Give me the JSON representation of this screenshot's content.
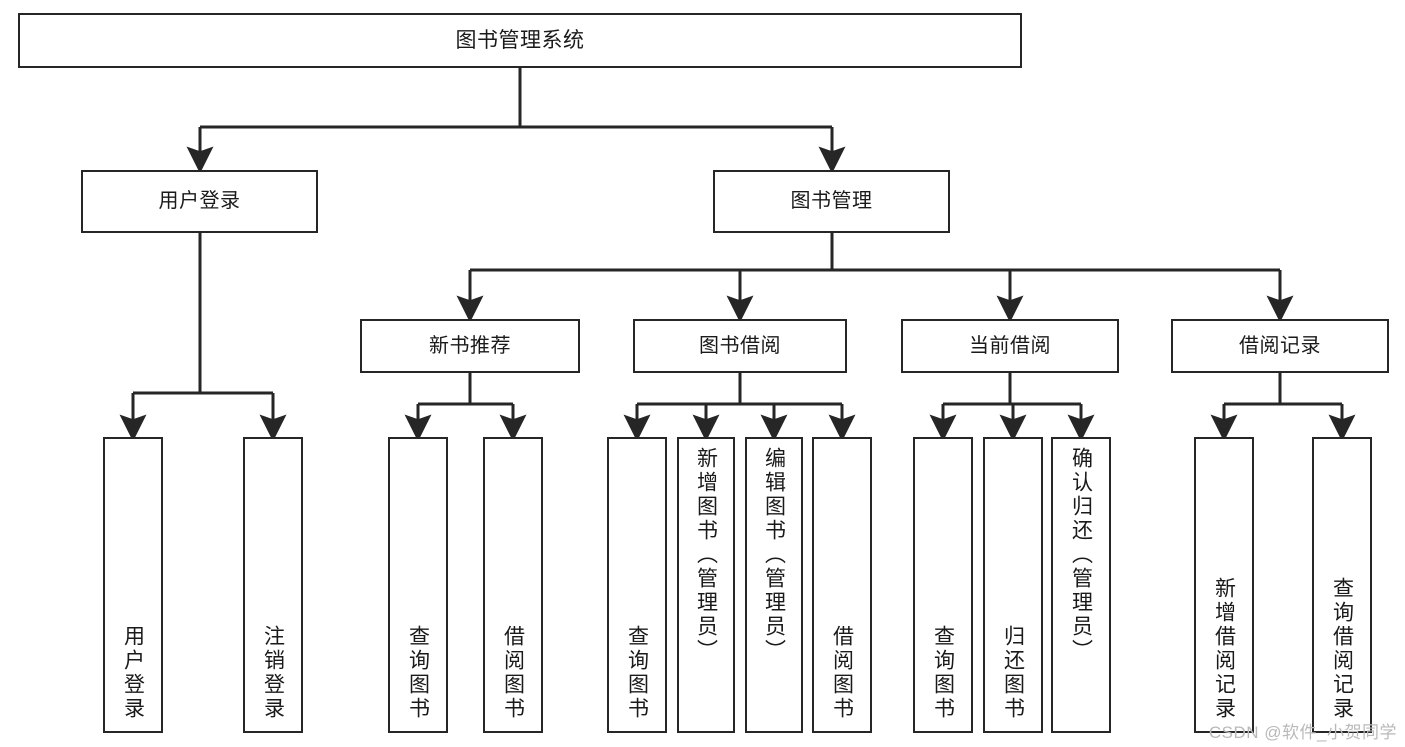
{
  "diagram": {
    "type": "hierarchy-tree",
    "title": "图书管理系统",
    "watermark": "CSDN @软件_小贺同学",
    "colors": {
      "stroke": "#262626",
      "background": "#ffffff",
      "text": "#1a1a1a",
      "watermark": "#b9b9b9"
    },
    "nodes": {
      "root": {
        "label": "图书管理系统",
        "level": 0
      },
      "level1": [
        {
          "id": "user-login",
          "label": "用户登录"
        },
        {
          "id": "book-manage",
          "label": "图书管理"
        }
      ],
      "level2": [
        {
          "id": "new-book-rec",
          "label": "新书推荐",
          "parent": "book-manage"
        },
        {
          "id": "book-borrow",
          "label": "图书借阅",
          "parent": "book-manage"
        },
        {
          "id": "current-borrow",
          "label": "当前借阅",
          "parent": "book-manage"
        },
        {
          "id": "borrow-record",
          "label": "借阅记录",
          "parent": "book-manage"
        }
      ],
      "leaves": [
        {
          "id": "leaf-user-login",
          "label": "用户登录",
          "parent": "user-login"
        },
        {
          "id": "leaf-user-logout",
          "label": "注销登录",
          "parent": "user-login"
        },
        {
          "id": "leaf-query-book-1",
          "label": "查询图书",
          "parent": "new-book-rec"
        },
        {
          "id": "leaf-borrow-book-1",
          "label": "借阅图书",
          "parent": "new-book-rec"
        },
        {
          "id": "leaf-query-book-2",
          "label": "查询图书",
          "parent": "book-borrow"
        },
        {
          "id": "leaf-add-book",
          "label": "新增图书（管理员）",
          "parent": "book-borrow"
        },
        {
          "id": "leaf-edit-book",
          "label": "编辑图书（管理员）",
          "parent": "book-borrow"
        },
        {
          "id": "leaf-borrow-book-2",
          "label": "借阅图书",
          "parent": "book-borrow"
        },
        {
          "id": "leaf-query-book-3",
          "label": "查询图书",
          "parent": "current-borrow"
        },
        {
          "id": "leaf-return-book",
          "label": "归还图书",
          "parent": "current-borrow"
        },
        {
          "id": "leaf-confirm-return",
          "label": "确认归还（管理员）",
          "parent": "current-borrow"
        },
        {
          "id": "leaf-add-record",
          "label": "新增借阅记录",
          "parent": "borrow-record"
        },
        {
          "id": "leaf-query-record",
          "label": "查询借阅记录",
          "parent": "borrow-record"
        }
      ]
    }
  }
}
